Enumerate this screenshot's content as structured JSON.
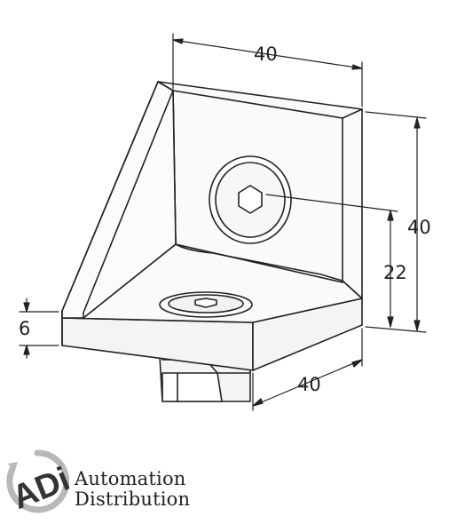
{
  "dimensions": {
    "top_width": "40",
    "right_height": "40",
    "hole_height": "22",
    "base_thickness": "6",
    "depth": "40"
  },
  "logo": {
    "mark": "ADi",
    "line1": "Automation",
    "line2": "Distribution"
  },
  "colors": {
    "line": "#222222",
    "body_fill": "#f4f4f4",
    "logo_ring": "#b8b8b8",
    "logo_letters": "#333333"
  }
}
